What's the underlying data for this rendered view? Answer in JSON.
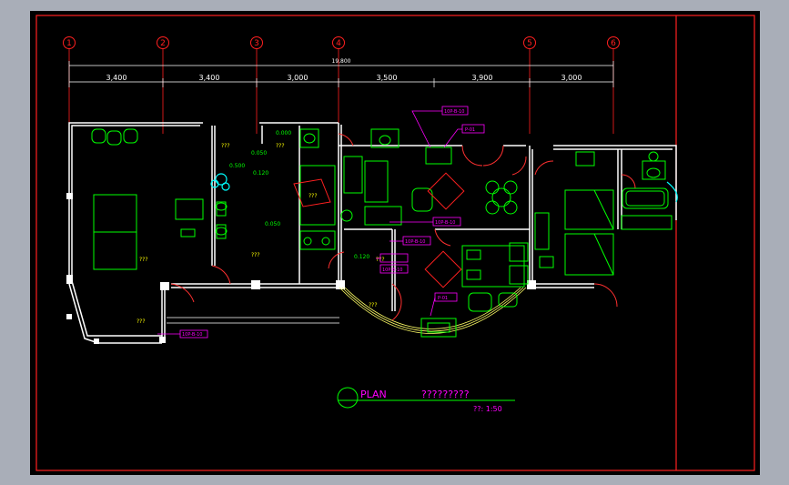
{
  "colors": {
    "background": "#000000",
    "frame": "#ff2020",
    "wall": "#ffffff",
    "grid": "#ff2020",
    "furniture": "#00ff00",
    "dimension": "#ffffff",
    "tag": "#ff00ff",
    "label": "#ffff00",
    "accent": "#00ffff"
  },
  "axes": [
    "1",
    "2",
    "3",
    "4",
    "5",
    "6"
  ],
  "dimensions": {
    "total": "19,800",
    "spans": [
      "3,400",
      "3,400",
      "3,000",
      "3,500",
      "3,900",
      "3,000"
    ]
  },
  "elevations": [
    "0.000",
    "0.050",
    "0.120",
    "0.500",
    "0.050",
    "0.120"
  ],
  "room_labels": [
    "???",
    "???",
    "???",
    "???",
    "???",
    "???",
    "???",
    "???"
  ],
  "tags": [
    "10P-B-10",
    "P-01",
    "10P-B-10",
    "10P-B-10",
    "10P-B-10",
    "P-01",
    "10P-B-10"
  ],
  "title": {
    "plan": "PLAN",
    "name": "?????????",
    "scale": "??: 1:50"
  }
}
